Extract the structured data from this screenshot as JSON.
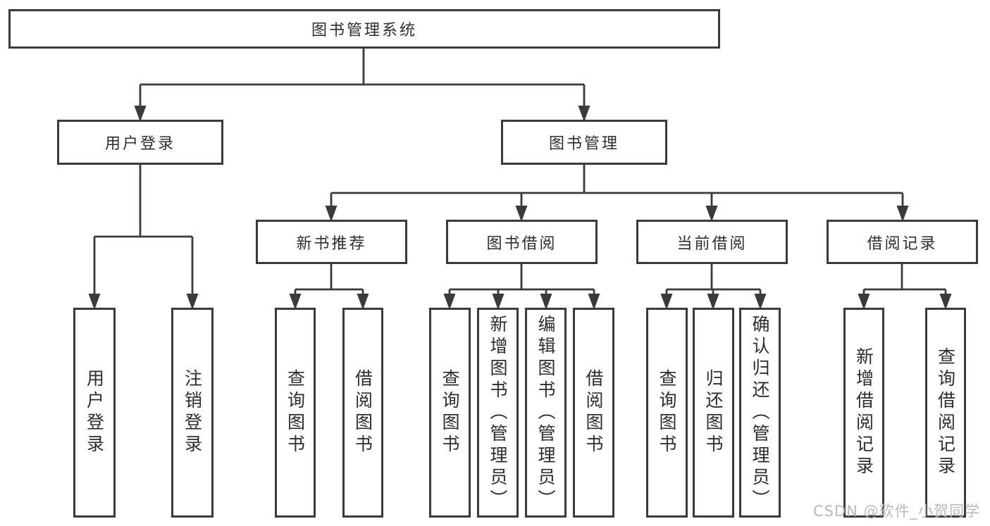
{
  "diagram": {
    "root_label": "图书管理系统",
    "level2": [
      "用户登录",
      "图书管理"
    ],
    "level3": [
      "新书推荐",
      "图书借阅",
      "当前借阅",
      "借阅记录"
    ],
    "leaves": {
      "user_login": [
        "用户登录",
        "注销登录"
      ],
      "new_book": [
        "查询图书",
        "借阅图书"
      ],
      "book_borrow": [
        "查询图书",
        "新增图书（管理员）",
        "编辑图书（管理员）",
        "借阅图书"
      ],
      "current_borrow": [
        "查询图书",
        "归还图书",
        "确认归还（管理员）"
      ],
      "borrow_record": [
        "新增借阅记录",
        "查询借阅记录"
      ]
    }
  },
  "colors": {
    "line": "#3a3a3c",
    "node_text": "#2d2d2f",
    "watermark_text": "#b9b9bd",
    "background": "#ffffff"
  },
  "watermark": "CSDN @软件_小贺同学"
}
